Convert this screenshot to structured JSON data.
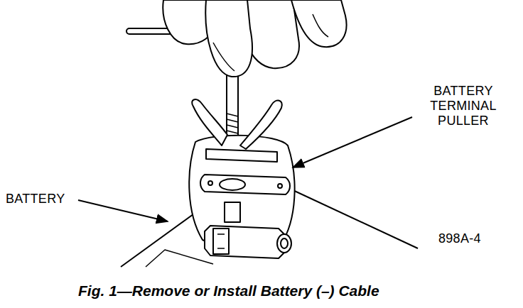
{
  "diagram": {
    "caption": "Fig. 1—Remove or Install Battery (–) Cable",
    "labels": [
      "BATTERY TERMINAL PULLER",
      "BATTERY",
      "898A-4"
    ]
  }
}
